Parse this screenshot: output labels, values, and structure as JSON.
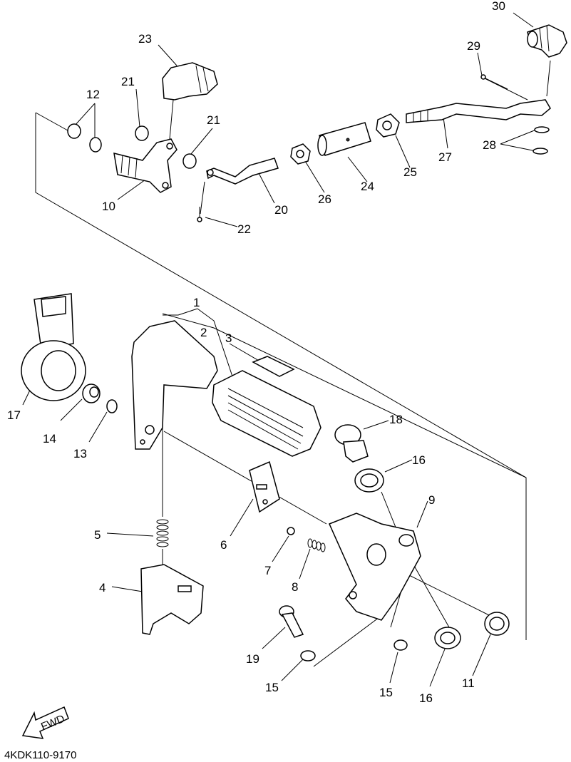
{
  "diagram": {
    "part_code": "4KDK110-9170",
    "fwd_label": "FWD",
    "callouts": [
      "30",
      "29",
      "23",
      "12",
      "21",
      "21",
      "10",
      "20",
      "22",
      "26",
      "24",
      "25",
      "27",
      "28",
      "1",
      "2",
      "3",
      "17",
      "14",
      "13",
      "18",
      "16",
      "5",
      "6",
      "9",
      "7",
      "8",
      "4",
      "19",
      "15",
      "15",
      "16",
      "11"
    ]
  }
}
